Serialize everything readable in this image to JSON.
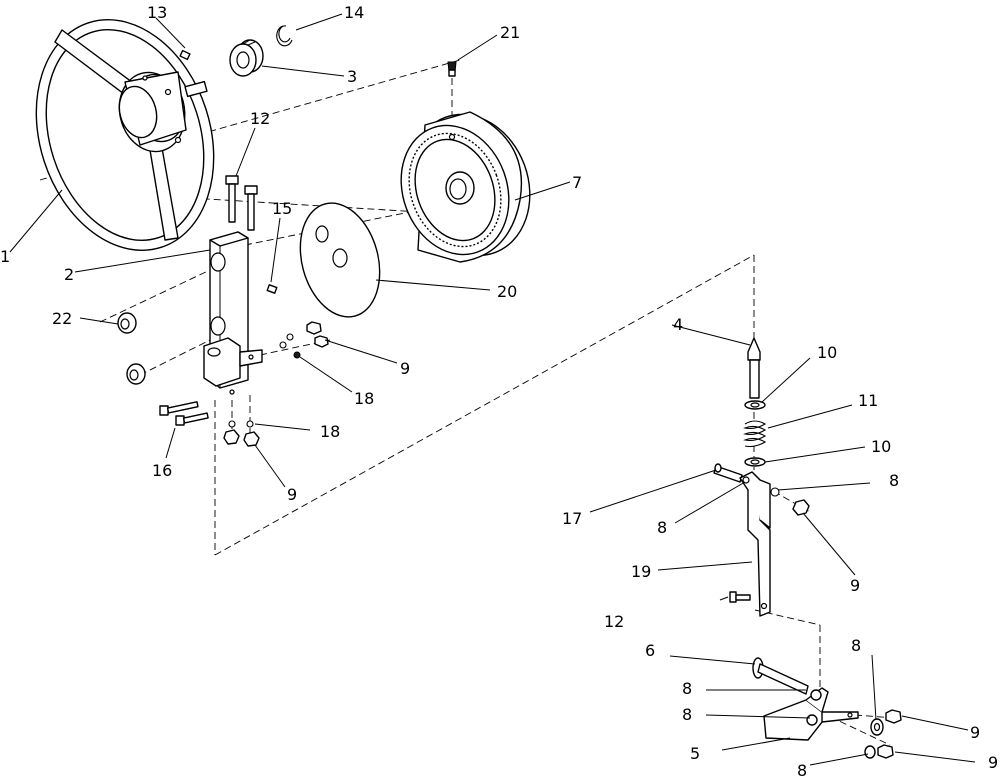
{
  "callouts": {
    "c1": "1",
    "c2": "2",
    "c3": "3",
    "c4": "4",
    "c5": "5",
    "c6": "6",
    "c7": "7",
    "c8a": "8",
    "c8b": "8",
    "c8c": "8",
    "c8d": "8",
    "c8e": "8",
    "c8f": "8",
    "c9a": "9",
    "c9b": "9",
    "c9c": "9",
    "c9d": "9",
    "c9e": "9",
    "c10a": "10",
    "c10b": "10",
    "c11": "11",
    "c12a": "12",
    "c12b": "12",
    "c13": "13",
    "c14": "14",
    "c15": "15",
    "c16": "16",
    "c17": "17",
    "c18a": "18",
    "c18b": "18",
    "c19": "19",
    "c20": "20",
    "c21": "21",
    "c22": "22"
  }
}
